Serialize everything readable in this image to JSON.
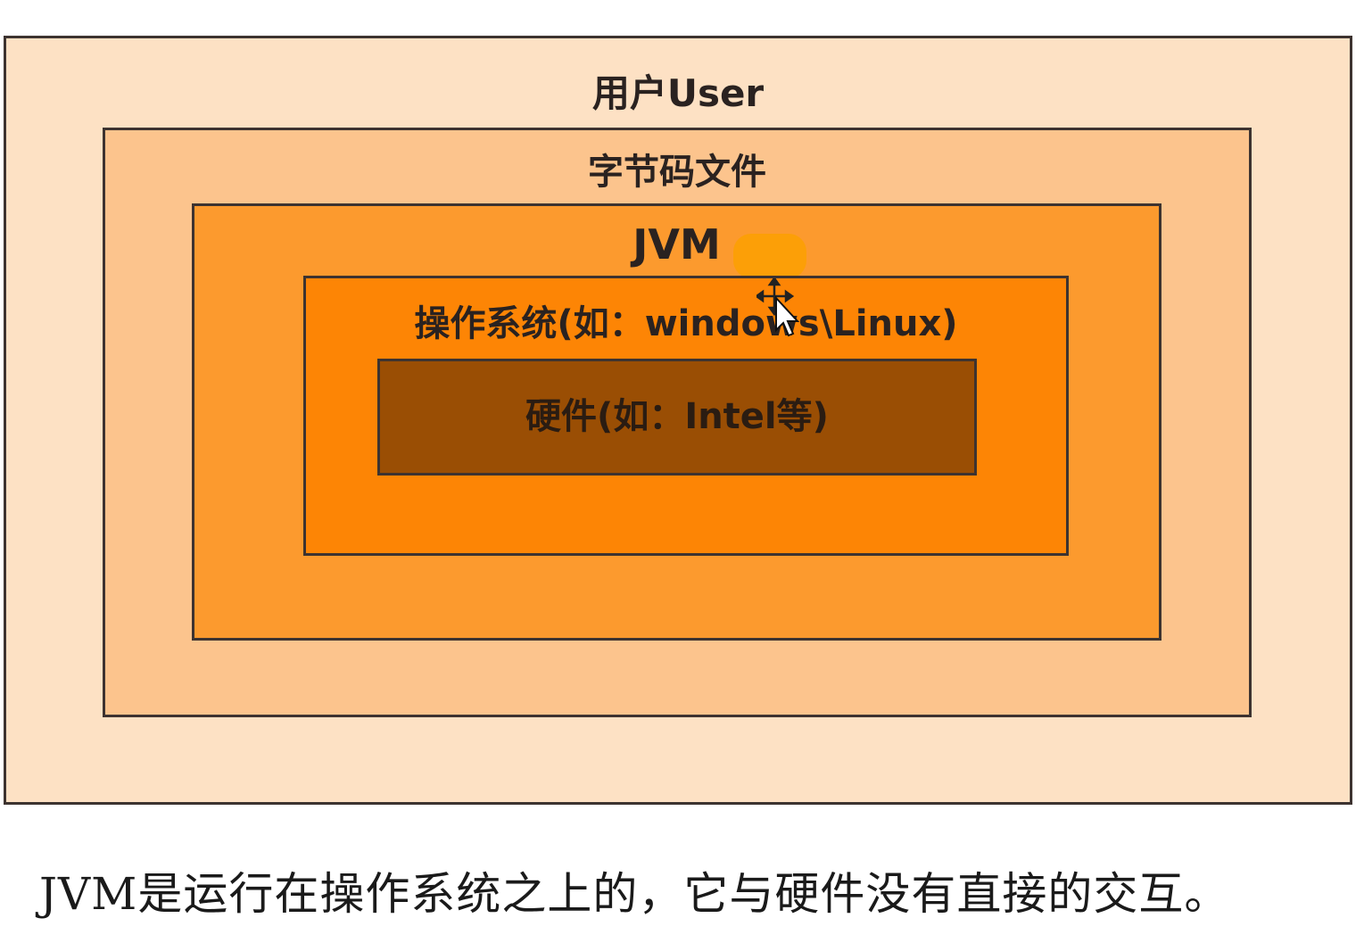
{
  "layers": {
    "user": "用户User",
    "bytecode": "字节码文件",
    "jvm": "JVM",
    "os": "操作系统(如：windows\\Linux)",
    "hardware": "硬件(如：Intel等)"
  },
  "caption": "JVM是运行在操作系统之上的，它与硬件没有直接的交互。",
  "colors": {
    "user": "#fde1c4",
    "bytecode": "#fcc48d",
    "jvm": "#fc9a2e",
    "os": "#fd8505",
    "hardware": "#9a4e04",
    "border": "#3d3330"
  },
  "icons": {
    "cursor": "move-cursor-icon"
  }
}
